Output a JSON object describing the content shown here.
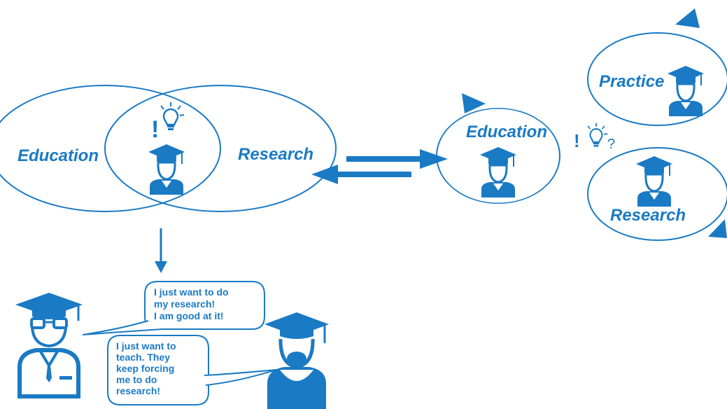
{
  "left_venn": {
    "left_label": "Education",
    "right_label": "Research"
  },
  "right_group": {
    "center_label": "Education",
    "top_label": "Practice",
    "bottom_label": "Research",
    "question_mark": "?"
  },
  "speech_top": [
    "I just want to do",
    "my research!",
    "I am good at it!"
  ],
  "speech_bottom": [
    "I just want to",
    "teach. They",
    "keep forcing",
    "me to do",
    "research!"
  ],
  "exclamation": "!",
  "colors": {
    "primary": "#1a7ac4",
    "background": "#ffffff"
  }
}
